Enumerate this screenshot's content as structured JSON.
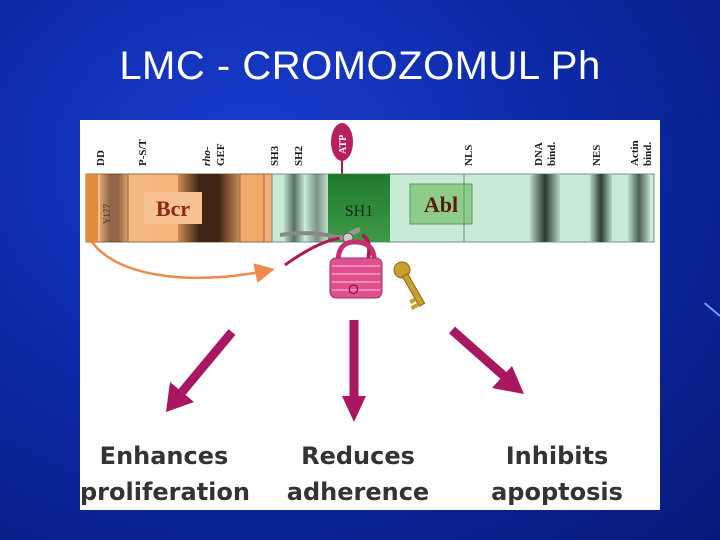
{
  "slide": {
    "title": "LMC - CROMOZOMUL Ph"
  },
  "diagram": {
    "domain_labels": {
      "dd": "DD",
      "pst": "P-S/T",
      "rho_line1": "rho-",
      "rho_line2": "GEF",
      "sh3": "SH3",
      "sh2": "SH2",
      "atp": "ATP",
      "nls": "NLS",
      "dna_line1": "DNA",
      "dna_line2": "bind.",
      "nes": "NES",
      "actin_line1": "Actin",
      "actin_line2": "bind."
    },
    "bcr_label": "Bcr",
    "y177_label": "Y177",
    "sh1_label": "SH1",
    "abl_label": "Abl",
    "lock_label": "O",
    "outcomes": [
      {
        "line1": "Enhances",
        "line2": "proliferation"
      },
      {
        "line1": "Reduces",
        "line2": "adherence"
      },
      {
        "line1": "Inhibits",
        "line2": "apoptosis"
      }
    ]
  },
  "colors": {
    "background": "#0d2aa8",
    "bcr": "#f3b07a",
    "abl": "#c9ead6",
    "sh1": "#2e8a3a",
    "arrow": "#a8175f",
    "lock": "#e0508c",
    "orange_arrow": "#f08a4b",
    "key": "#c8a030"
  }
}
